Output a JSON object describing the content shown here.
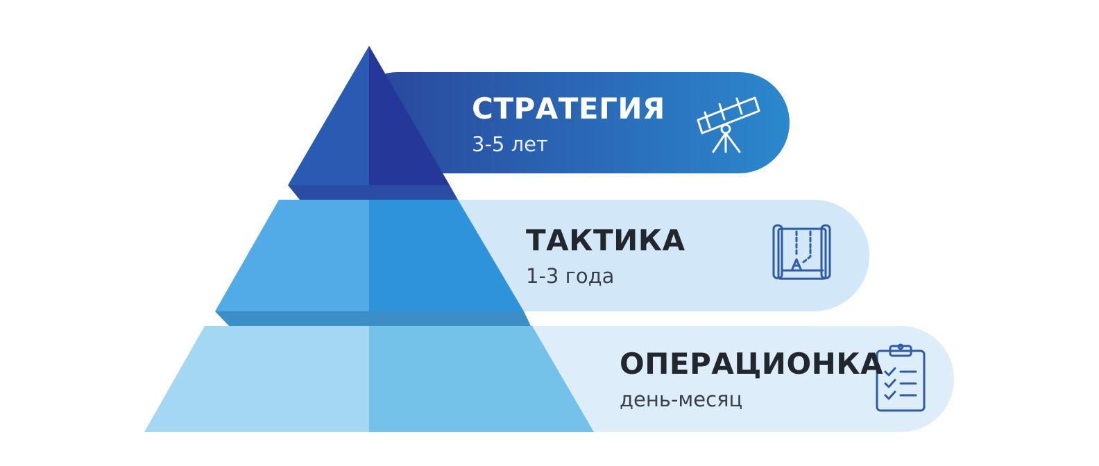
{
  "levels": [
    {
      "title": "СТРАТЕГИЯ",
      "subtitle": "3-5 лет",
      "icon": "telescope-icon",
      "colors": {
        "banner_start": "#2a479a",
        "banner_end": "#2b86cc",
        "face_left": "#2a5bb3",
        "face_right": "#25389a",
        "text": "#ffffff"
      }
    },
    {
      "title": "ТАКТИКА",
      "subtitle": "1-3 года",
      "icon": "map-icon",
      "colors": {
        "banner": "#d2e7f8",
        "face_left": "#52abe6",
        "face_right": "#2f93dc",
        "text": "#22262e"
      }
    },
    {
      "title": "ОПЕРАЦИОНКА",
      "subtitle": "день-месяц",
      "icon": "checklist-icon",
      "colors": {
        "banner": "#ddeefa",
        "face_left": "#a3d7f2",
        "face_right": "#74c2ea",
        "text": "#22262e"
      }
    }
  ]
}
